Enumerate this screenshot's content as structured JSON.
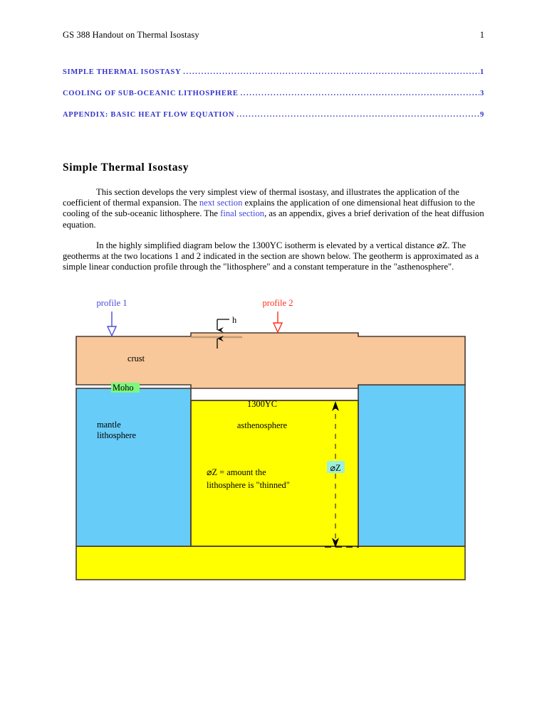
{
  "header": {
    "title": "GS 388 Handout on Thermal Isostasy",
    "page_number": "1"
  },
  "toc": {
    "entries": [
      {
        "label": "SIMPLE  THERMAL  ISOSTASY",
        "leader": "............................................................................................................................",
        "page": "1"
      },
      {
        "label": "COOLING  OF  SUB-OCEANIC  LITHOSPHERE",
        "leader": "............................................................................................................................",
        "page": "3"
      },
      {
        "label": "APPENDIX:  BASIC  HEAT  FLOW  EQUATION",
        "leader": "............................................................................................................................",
        "page": "9"
      }
    ]
  },
  "section": {
    "heading": "Simple  Thermal  Isostasy",
    "paragraph_1": {
      "part_a": "This section develops the very simplest view of thermal isostasy, and illustrates the application of the coefficient of thermal expansion. The ",
      "link_1": "next section",
      "part_b": " explains the application of one dimensional heat diffusion to the cooling of the sub-oceanic lithosphere. The ",
      "link_2": "final section",
      "part_c": ", as an appendix, gives a brief derivation of the heat diffusion equation."
    },
    "paragraph_2": {
      "part_a": "In the highly simplified diagram below the 1300",
      "degree_symbol": "Υ",
      "part_b": "C isotherm is elevated by a vertical distance ",
      "delta_z": "⌀Z",
      "part_c": ". The geotherms at the two locations 1 and 2 indicated in the section are shown below. The geotherm is approximated as a simple linear conduction profile through the \"lithosphere\" and a constant temperature in the \"asthenosphere\"."
    }
  },
  "diagram": {
    "labels": {
      "profile_1": "profile 1",
      "profile_2": "profile 2",
      "h": "h",
      "crust": "crust",
      "moho": "Moho",
      "mantle_line_1": "mantle",
      "mantle_line_2": "lithosphere",
      "asthenosphere": "asthenosphere",
      "isotherm": "1300ΥC",
      "delta_z_arrow": "⌀Z",
      "note_line_1": "⌀Z = amount the",
      "note_line_2": "lithosphere is \"thinned\""
    },
    "colors": {
      "crust": "#f8c79a",
      "mantle_lithosphere": "#68ccf8",
      "asthenosphere": "#ffff00",
      "outline": "#4a3b33",
      "moho_highlight": "#7cf87c",
      "deltaz_highlight": "#9cf0dc",
      "profile_1": "#4a4ae0",
      "profile_2": "#ff2d1a",
      "arrow_black": "#000000"
    }
  }
}
